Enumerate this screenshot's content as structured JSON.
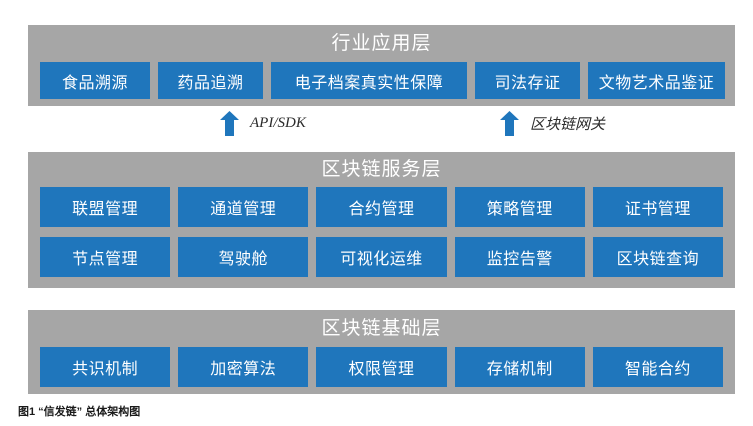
{
  "figure": {
    "caption": "图1 “信发链” 总体架构图",
    "colors": {
      "container_gray": "#a6a6a6",
      "box_blue": "#1f76bc",
      "box_text": "#ffffff",
      "background": "#ffffff",
      "connector_label": "#2b2b2b"
    }
  },
  "layers": {
    "application": {
      "title": "行业应用层",
      "boxes": [
        "食品溯源",
        "药品追溯",
        "电子档案真实性保障",
        "司法存证",
        "文物艺术品鉴证"
      ]
    },
    "service": {
      "title": "区块链服务层",
      "row1": [
        "联盟管理",
        "通道管理",
        "合约管理",
        "策略管理",
        "证书管理"
      ],
      "row2": [
        "节点管理",
        "驾驶舱",
        "可视化运维",
        "监控告警",
        "区块链查询"
      ]
    },
    "infrastructure": {
      "title": "区块链基础层",
      "boxes": [
        "共识机制",
        "加密算法",
        "权限管理",
        "存储机制",
        "智能合约"
      ]
    }
  },
  "connectors": [
    {
      "icon": "arrow-up-icon",
      "label": "API/SDK"
    },
    {
      "icon": "arrow-up-icon",
      "label": "区块链网关"
    }
  ]
}
